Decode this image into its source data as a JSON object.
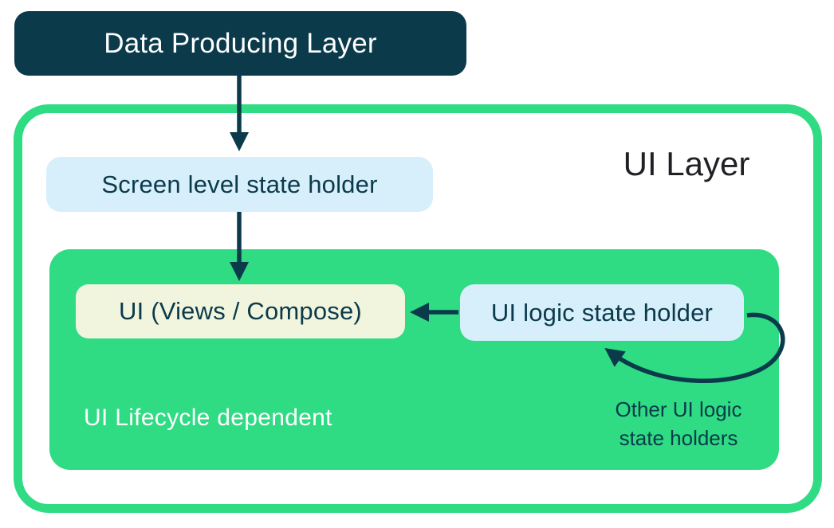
{
  "colors": {
    "navy": "#0B3A4B",
    "green": "#2FDB83",
    "light-blue": "#D7EEFB",
    "cream": "#F2F5DD",
    "white": "#FFFFFF",
    "title-black": "#202124"
  },
  "nodes": {
    "data_producing_layer": "Data Producing Layer",
    "screen_state_holder": "Screen level state holder",
    "ui_views_compose": "UI (Views / Compose)",
    "ui_logic_state_holder": "UI logic state holder"
  },
  "labels": {
    "ui_layer": "UI Layer",
    "ui_lifecycle": "UI Lifecycle dependent",
    "other_holders": "Other UI logic state holders"
  },
  "arrows": [
    {
      "name": "data-producing-to-screen-state",
      "from": "data_producing_layer",
      "to": "screen_state_holder",
      "style": "straight-down"
    },
    {
      "name": "screen-state-to-ui",
      "from": "screen_state_holder",
      "to": "ui_views_compose",
      "style": "straight-down"
    },
    {
      "name": "ui-logic-to-ui",
      "from": "ui_logic_state_holder",
      "to": "ui_views_compose",
      "style": "straight-left"
    },
    {
      "name": "other-holders-loop",
      "from": "ui_logic_state_holder",
      "to": "ui_logic_state_holder",
      "style": "curved-loop"
    }
  ]
}
